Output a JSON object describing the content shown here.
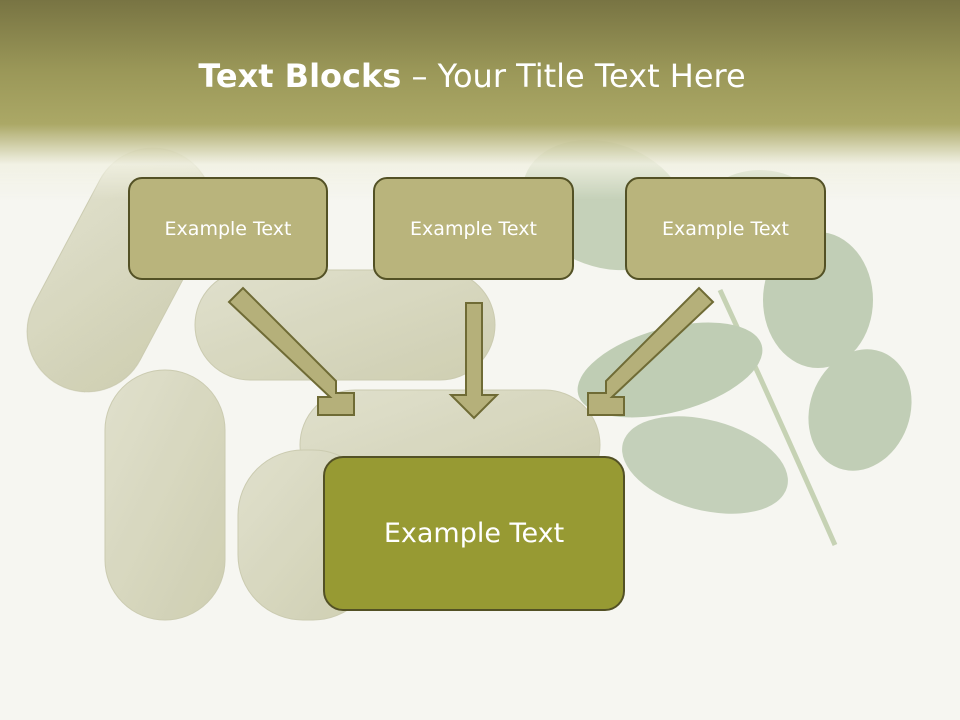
{
  "slide": {
    "title_bold": "Text Blocks",
    "title_rest": " – Your Title Text Here"
  },
  "blocks": {
    "top": [
      "Example Text",
      "Example Text",
      "Example Text"
    ],
    "main": "Example Text"
  },
  "colors": {
    "header_dark": "#787443",
    "header_light": "#aba866",
    "box_fill": "#b9b47c",
    "main_box_fill": "#979a33",
    "box_border": "#535125",
    "arrow_fill": "#b5b07a"
  }
}
